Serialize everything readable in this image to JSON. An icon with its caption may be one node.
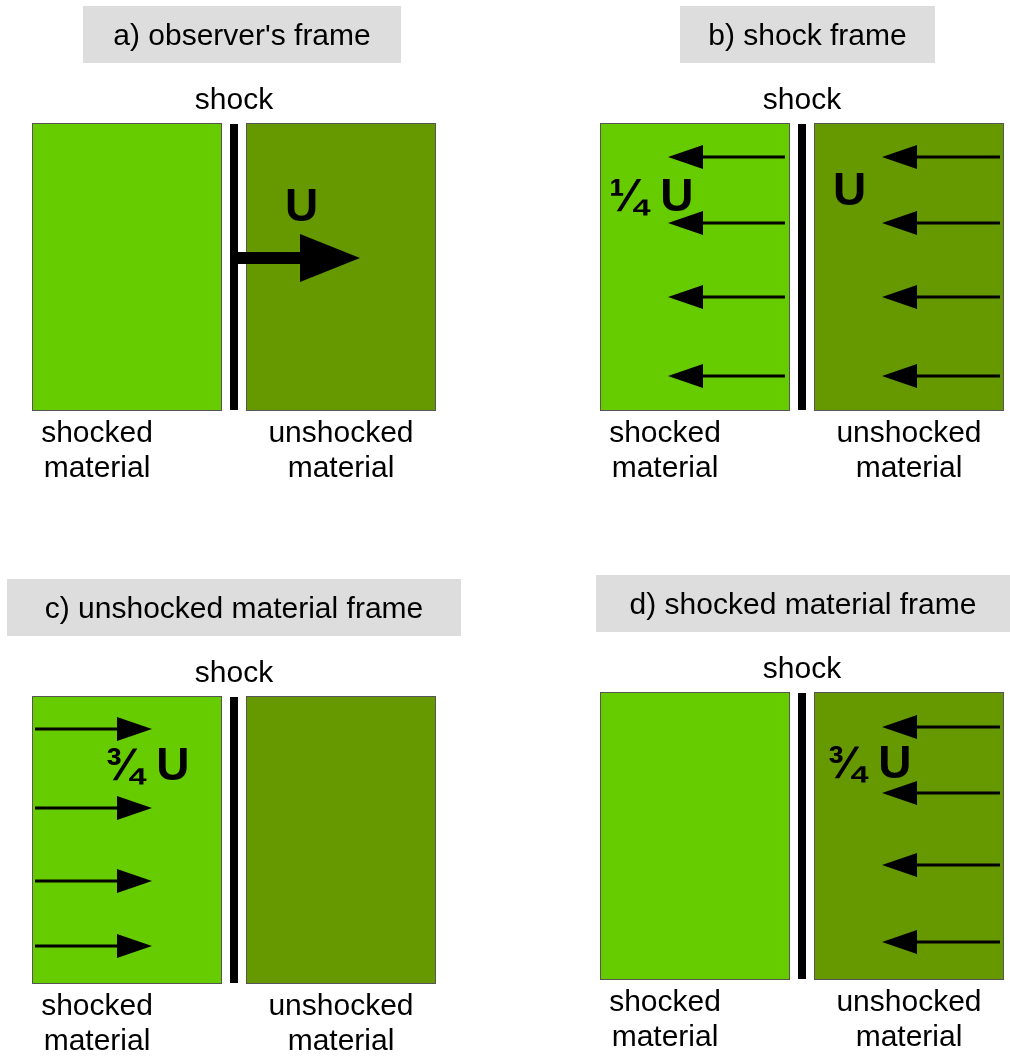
{
  "diagram": {
    "nodes": [
      {
        "text": [
          "a) observer's frame"
        ]
      },
      {
        "text": [],
        "shape": "box",
        "beside": [
          "shocked material"
        ]
      },
      {
        "text": [
          "shock"
        ]
      },
      {
        "text": [
          "U"
        ],
        "beside": [
          "unshocked material"
        ]
      },
      {
        "text": [
          "b) shock frame"
        ]
      },
      {
        "text": [
          "¼ U"
        ],
        "beside": [
          "shocked material"
        ]
      },
      {
        "text": [
          "shock"
        ]
      },
      {
        "text": [
          "U"
        ],
        "beside": [
          "unshocked material"
        ]
      },
      {
        "text": [
          "c) unshocked material frame"
        ]
      },
      {
        "text": [
          "¾ U"
        ],
        "beside": [
          "shocked material"
        ]
      },
      {
        "text": [
          "shock"
        ]
      },
      {
        "text": [],
        "shape": "box",
        "beside": [
          "unshocked material"
        ]
      },
      {
        "text": [
          "d) shocked material frame"
        ]
      },
      {
        "text": [],
        "shape": "box",
        "beside": [
          "shocked material"
        ]
      },
      {
        "text": [
          "shock"
        ]
      },
      {
        "text": [
          "¾ U"
        ],
        "beside": [
          "unshocked material"
        ]
      }
    ],
    "edges": [
      {
        "from": 2,
        "to": 3,
        "arrow": "to"
      }
    ]
  }
}
